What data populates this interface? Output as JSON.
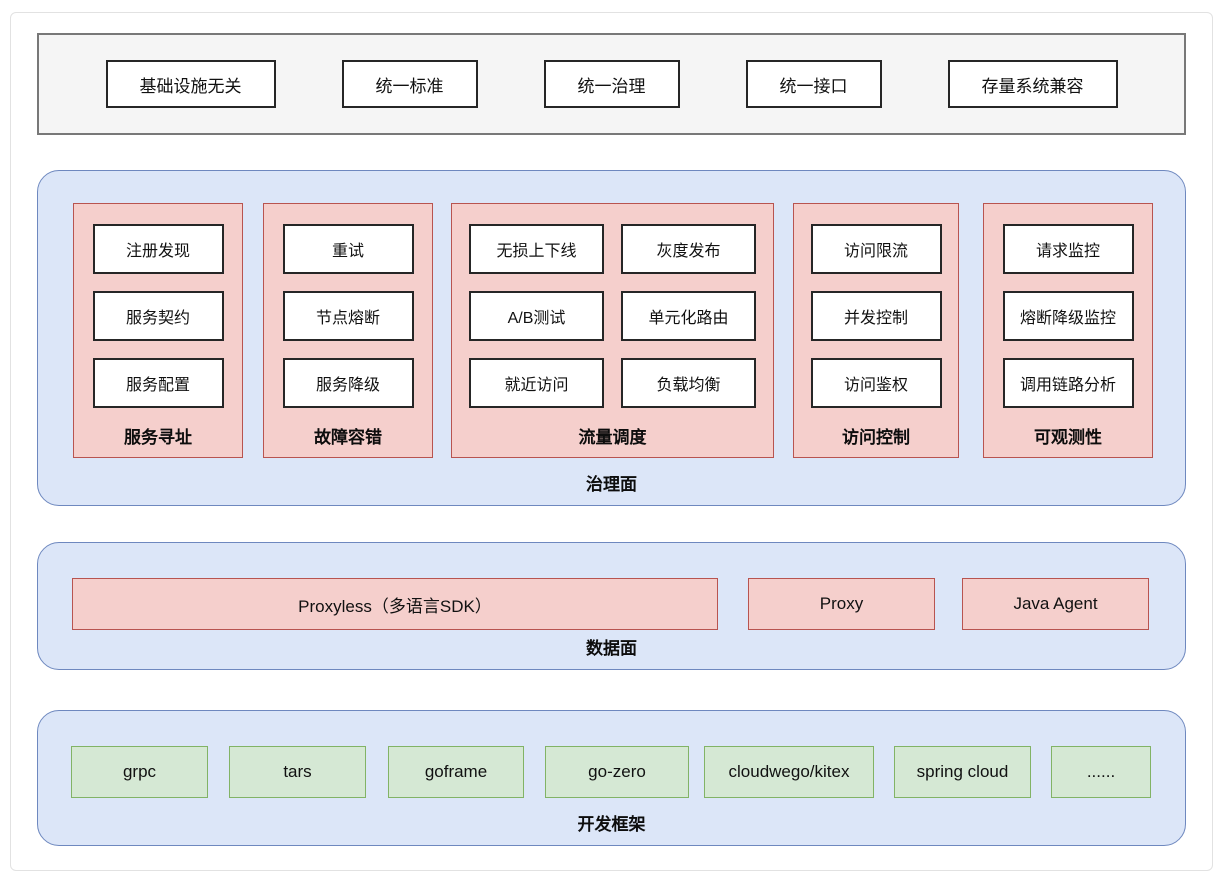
{
  "principles_bar": {
    "items": [
      "基础设施无关",
      "统一标准",
      "统一治理",
      "统一接口",
      "存量系统兼容"
    ]
  },
  "governance_plane": {
    "label": "治理面",
    "groups": [
      {
        "label": "服务寻址",
        "items": [
          "注册发现",
          "服务契约",
          "服务配置"
        ]
      },
      {
        "label": "故障容错",
        "items": [
          "重试",
          "节点熔断",
          "服务降级"
        ]
      },
      {
        "label": "流量调度",
        "items": [
          "无损上下线",
          "灰度发布",
          "A/B测试",
          "单元化路由",
          "就近访问",
          "负载均衡"
        ]
      },
      {
        "label": "访问控制",
        "items": [
          "访问限流",
          "并发控制",
          "访问鉴权"
        ]
      },
      {
        "label": "可观测性",
        "items": [
          "请求监控",
          "熔断降级监控",
          "调用链路分析"
        ]
      }
    ]
  },
  "data_plane": {
    "label": "数据面",
    "items": [
      "Proxyless（多语言SDK）",
      "Proxy",
      "Java Agent"
    ]
  },
  "dev_frameworks": {
    "label": "开发框架",
    "items": [
      "grpc",
      "tars",
      "goframe",
      "go-zero",
      "cloudwego/kitex",
      "spring cloud",
      "......"
    ]
  },
  "colors": {
    "plane_fill": "#dce6f8",
    "plane_border": "#6e88bf",
    "capability_fill": "#f5cfcc",
    "capability_border": "#b85450",
    "framework_fill": "#d5e8d4",
    "framework_border": "#82b366",
    "bar_fill": "#f5f5f5",
    "bar_border": "#787878",
    "box_border": "#262626"
  }
}
